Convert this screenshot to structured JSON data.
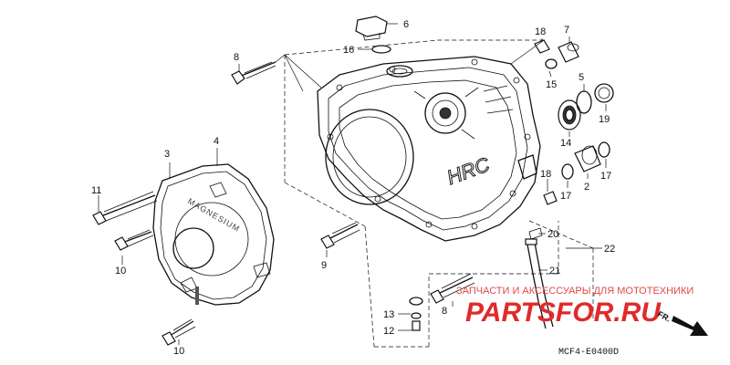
{
  "callouts": [
    {
      "id": "c1",
      "label": "6"
    },
    {
      "id": "c2",
      "label": "16"
    },
    {
      "id": "c3",
      "label": "8"
    },
    {
      "id": "c4",
      "label": "18"
    },
    {
      "id": "c5",
      "label": "7"
    },
    {
      "id": "c6",
      "label": "15"
    },
    {
      "id": "c7",
      "label": "5"
    },
    {
      "id": "c8",
      "label": "14"
    },
    {
      "id": "c9",
      "label": "19"
    },
    {
      "id": "c10",
      "label": "3"
    },
    {
      "id": "c11",
      "label": "4"
    },
    {
      "id": "c12",
      "label": "18"
    },
    {
      "id": "c13",
      "label": "17"
    },
    {
      "id": "c14",
      "label": "2"
    },
    {
      "id": "c15",
      "label": "17"
    },
    {
      "id": "c16",
      "label": "11"
    },
    {
      "id": "c17",
      "label": "20"
    },
    {
      "id": "c18",
      "label": "22"
    },
    {
      "id": "c19",
      "label": "10"
    },
    {
      "id": "c20",
      "label": "9"
    },
    {
      "id": "c21",
      "label": "21"
    },
    {
      "id": "c22",
      "label": "13"
    },
    {
      "id": "c23",
      "label": "8"
    },
    {
      "id": "c24",
      "label": "12"
    },
    {
      "id": "c25",
      "label": "10"
    }
  ],
  "stamps": {
    "magnesium": "MAGNESIUM",
    "hrc": "HRC"
  },
  "watermark": {
    "tagline": "ЗАПЧАСТИ И АКСЕССУАРЫ ДЛЯ МОТОТЕХНИКИ",
    "brand": "PARTSFOR.RU"
  },
  "direction_label": "FR.",
  "diagram_code": "MCF4-E0400D",
  "colors": {
    "line": "#111111",
    "watermark": "#e02a2a",
    "background": "#ffffff"
  }
}
